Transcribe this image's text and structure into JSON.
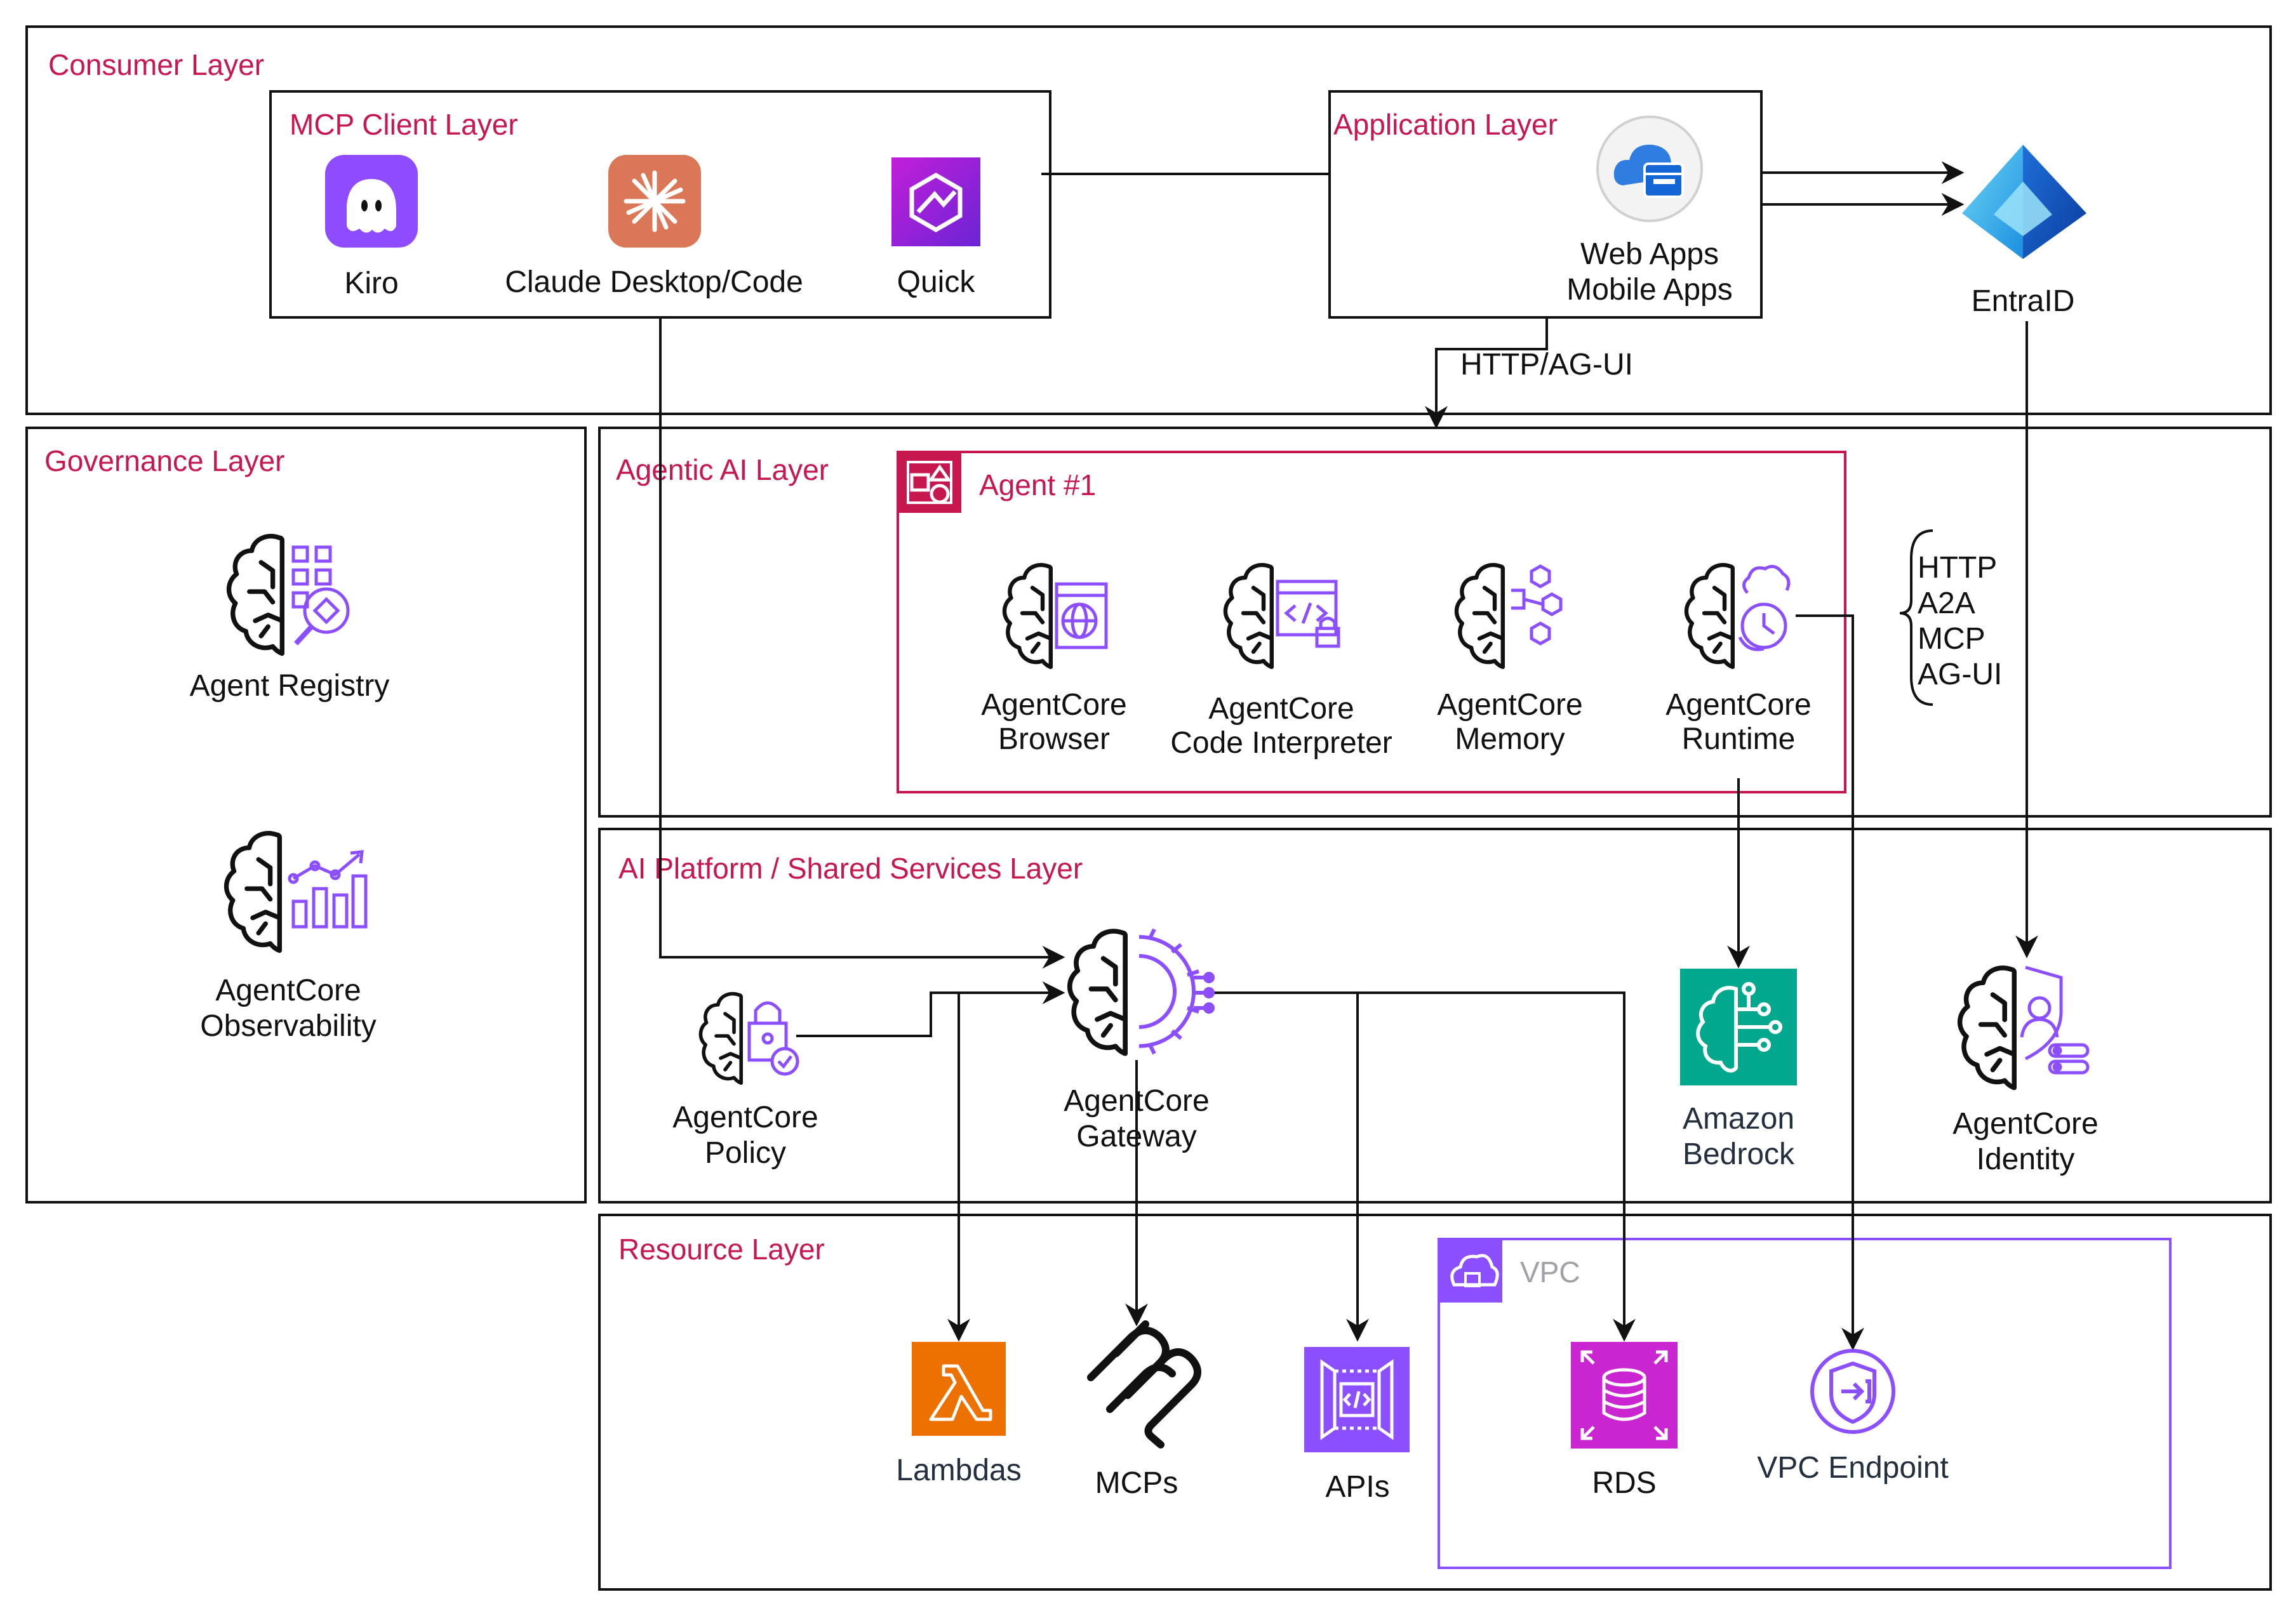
{
  "colors": {
    "layer_title": "#c7174f",
    "agent_box": "#c7174f",
    "vpc_box": "#8c4fff",
    "vpc_title": "#a0a0a8",
    "aws_purple": "#8c4fff",
    "lambda_orange": "#ed7100",
    "bedrock_teal": "#01a88d",
    "rds_magenta": "#c925d1",
    "line": "#111111"
  },
  "layers": {
    "consumer": "Consumer Layer",
    "mcp_client": "MCP Client Layer",
    "application": "Application Layer",
    "governance": "Governance Layer",
    "agentic_ai": "Agentic AI Layer",
    "agent": "Agent #1",
    "ai_platform": "AI Platform / Shared Services Layer",
    "resource": "Resource Layer",
    "vpc": "VPC"
  },
  "nodes": {
    "kiro": "Kiro",
    "claude": "Claude Desktop/Code",
    "quick": "Quick",
    "apps_line1": "Web Apps",
    "apps_line2": "Mobile Apps",
    "entra": "EntraID",
    "registry": "Agent Registry",
    "observability_line1": "AgentCore",
    "observability_line2": "Observability",
    "browser_line1": "AgentCore",
    "browser_line2": "Browser",
    "code_line1": "AgentCore",
    "code_line2": "Code Interpreter",
    "memory_line1": "AgentCore",
    "memory_line2": "Memory",
    "runtime_line1": "AgentCore",
    "runtime_line2": "Runtime",
    "policy_line1": "AgentCore",
    "policy_line2": "Policy",
    "gateway_line1": "AgentCore",
    "gateway_line2": "Gateway",
    "bedrock_line1": "Amazon",
    "bedrock_line2": "Bedrock",
    "identity_line1": "AgentCore",
    "identity_line2": "Identity",
    "lambdas": "Lambdas",
    "mcps": "MCPs",
    "apis": "APIs",
    "rds": "RDS",
    "vpc_endpoint": "VPC Endpoint"
  },
  "protocols": [
    "HTTP",
    "A2A",
    "MCP",
    "AG-UI"
  ],
  "edge_labels": {
    "http_agui": "HTTP/AG-UI"
  },
  "icons": {
    "kiro": "kiro-ghost-icon",
    "claude": "claude-burst-icon",
    "quick": "quick-icon",
    "apps": "web-mobile-apps-icon",
    "entra": "entra-id-pyramid-icon",
    "registry": "agent-registry-icon",
    "observability": "observability-icon",
    "browser": "agentcore-browser-icon",
    "code": "code-interpreter-icon",
    "memory": "memory-icon",
    "runtime": "runtime-icon",
    "policy": "policy-icon",
    "gateway": "gateway-icon",
    "bedrock": "bedrock-icon",
    "identity": "identity-icon",
    "lambda": "lambda-icon",
    "mcp": "mcp-icon",
    "api": "api-icon",
    "rds": "rds-icon",
    "vpc_endpoint": "vpc-endpoint-icon",
    "agent_group": "agent-group-icon",
    "vpc_group": "vpc-cloud-icon"
  }
}
